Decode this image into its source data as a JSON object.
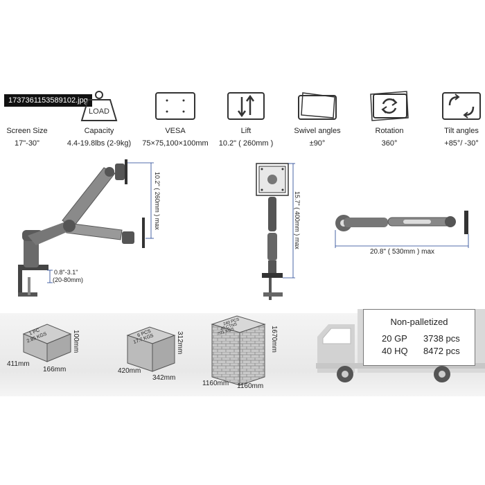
{
  "file_tag": "1737361153589102.jpg",
  "specs": [
    {
      "title": "Screen Size",
      "value": "17\"-30\"",
      "icon": "monitor-icon"
    },
    {
      "title": "Capacity",
      "value": "4.4-19.8lbs (2-9kg)",
      "icon": "load-weight-icon",
      "icon_text": "LOAD"
    },
    {
      "title": "VESA",
      "value": "75×75,100×100mm",
      "icon": "vesa-plate-icon"
    },
    {
      "title": "Lift",
      "value": "10.2\" ( 260mm )",
      "icon": "lift-arrows-icon"
    },
    {
      "title": "Swivel angles",
      "value": "±90°",
      "icon": "swivel-icon"
    },
    {
      "title": "Rotation",
      "value": "360°",
      "icon": "rotation-icon"
    },
    {
      "title": "Tilt angles",
      "value": "+85°/  -30°",
      "icon": "tilt-icon"
    }
  ],
  "diagram": {
    "side_lift": "10.2\" ( 260mm ) max",
    "clamp_range": "0.8\"-3.1\"",
    "clamp_range_mm": "(20-80mm)",
    "front_height": "15.7\" ( 400mm ) max",
    "top_reach": "20.8\" ( 530mm ) max"
  },
  "packages": [
    {
      "label_line1": "1 PC",
      "label_line2": "2.85 KGS",
      "length": "411mm",
      "width": "166mm",
      "height": "100mm"
    },
    {
      "label_line1": "6 PCS",
      "label_line2": "17.7 KGS",
      "length": "420mm",
      "width": "342mm",
      "height": "312mm"
    },
    {
      "label_line1": "240 PCS",
      "label_line2": "40 CTNS",
      "label_line3": "721 KGS",
      "length": "1160mm",
      "width": "1160mm",
      "height": "1670mm"
    }
  ],
  "shipping": {
    "title": "Non-palletized",
    "rows": [
      {
        "container": "20 GP",
        "qty": "3738 pcs"
      },
      {
        "container": "40 HQ",
        "qty": "8472 pcs"
      }
    ]
  }
}
